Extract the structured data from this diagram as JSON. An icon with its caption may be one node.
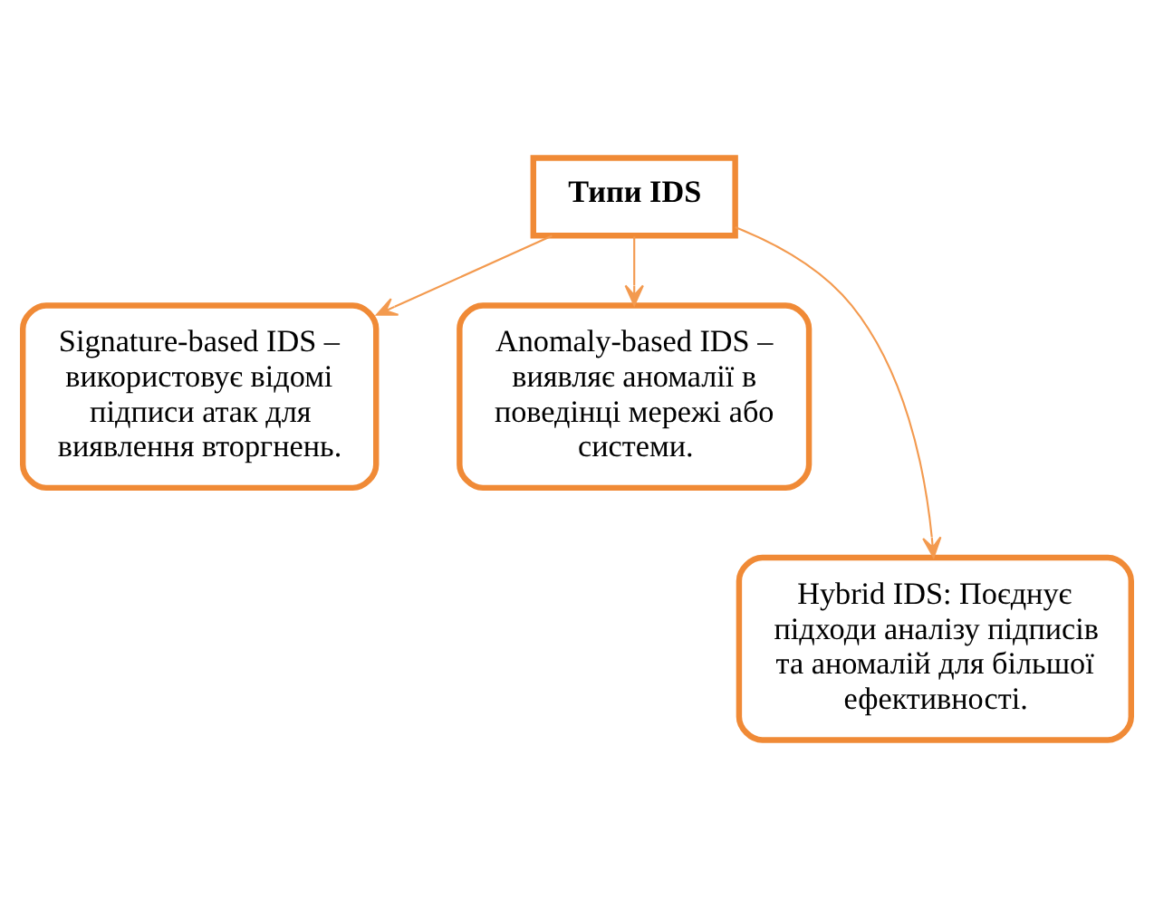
{
  "diagram": {
    "nodes": [
      {
        "text": [
          "Типи IDS"
        ]
      },
      {
        "text": [
          "Signature-based IDS – використовує відомі підписи атак для виявлення вторгнень."
        ]
      },
      {
        "text": [
          "Anomaly-based IDS – виявляє аномалії в поведінці мережі або системи."
        ]
      },
      {
        "text": [
          "Hybrid IDS: Поєднує підходи аналізу підписів та аномалій для більшої ефективності."
        ]
      }
    ],
    "edges": [
      {
        "from": 0,
        "to": 1,
        "arrow": "to"
      },
      {
        "from": 0,
        "to": 2,
        "arrow": "to"
      },
      {
        "from": 0,
        "to": 3,
        "arrow": "to"
      }
    ]
  }
}
